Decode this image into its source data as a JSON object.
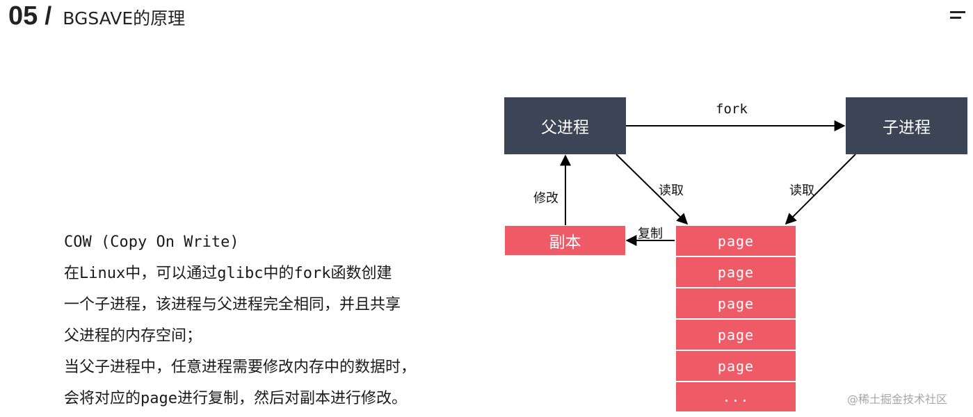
{
  "header": {
    "number": "05",
    "slash": "/",
    "title": "BGSAVE的原理"
  },
  "description": {
    "line1": "COW (Copy On Write)",
    "line2_pre": "在",
    "line2_linux": "Linux",
    "line2_mid": "中，可以通过",
    "line2_glibc": "glibc",
    "line2_mid2": "中的",
    "line2_fork": "fork",
    "line2_post": "函数创建",
    "line3": "一个子进程，该进程与父进程完全相同，并且共享",
    "line4": "父进程的内存空间；",
    "line5": "当父子进程中，任意进程需要修改内存中的数据时，",
    "line6_pre": "会将对应的",
    "line6_page": "page",
    "line6_post": "进行复制，然后对副本进行修改。"
  },
  "diagram": {
    "parent": "父进程",
    "child": "子进程",
    "fork": "fork",
    "read_parent": "读取",
    "read_child": "读取",
    "modify": "修改",
    "copy": "复制",
    "replica": "副本",
    "pages": [
      "page",
      "page",
      "page",
      "page",
      "page",
      "..."
    ]
  },
  "watermark": "@稀土掘金技术社区",
  "colors": {
    "process_box": "#3c4556",
    "memory_box": "#ee5b67"
  }
}
